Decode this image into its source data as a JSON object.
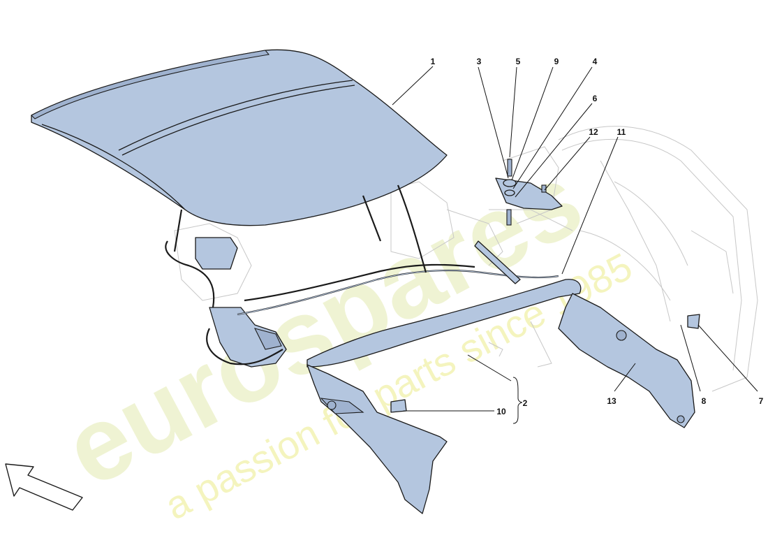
{
  "callouts": [
    {
      "id": "1",
      "label": "1"
    },
    {
      "id": "2",
      "label": "2"
    },
    {
      "id": "3",
      "label": "3"
    },
    {
      "id": "4",
      "label": "4"
    },
    {
      "id": "5",
      "label": "5"
    },
    {
      "id": "6",
      "label": "6"
    },
    {
      "id": "7",
      "label": "7"
    },
    {
      "id": "8",
      "label": "8"
    },
    {
      "id": "9",
      "label": "9"
    },
    {
      "id": "10",
      "label": "10"
    },
    {
      "id": "11",
      "label": "11"
    },
    {
      "id": "12",
      "label": "12"
    },
    {
      "id": "13",
      "label": "13"
    }
  ],
  "watermark": {
    "brand": "eurospares",
    "tagline": "a passion for parts since 1985"
  },
  "colors": {
    "part_fill": "#b4c6df",
    "outline": "#1a1a1a",
    "ghost_line": "#c7c7c7",
    "watermark": "#eef2cf"
  },
  "icons": [
    "direction-arrow-icon"
  ]
}
